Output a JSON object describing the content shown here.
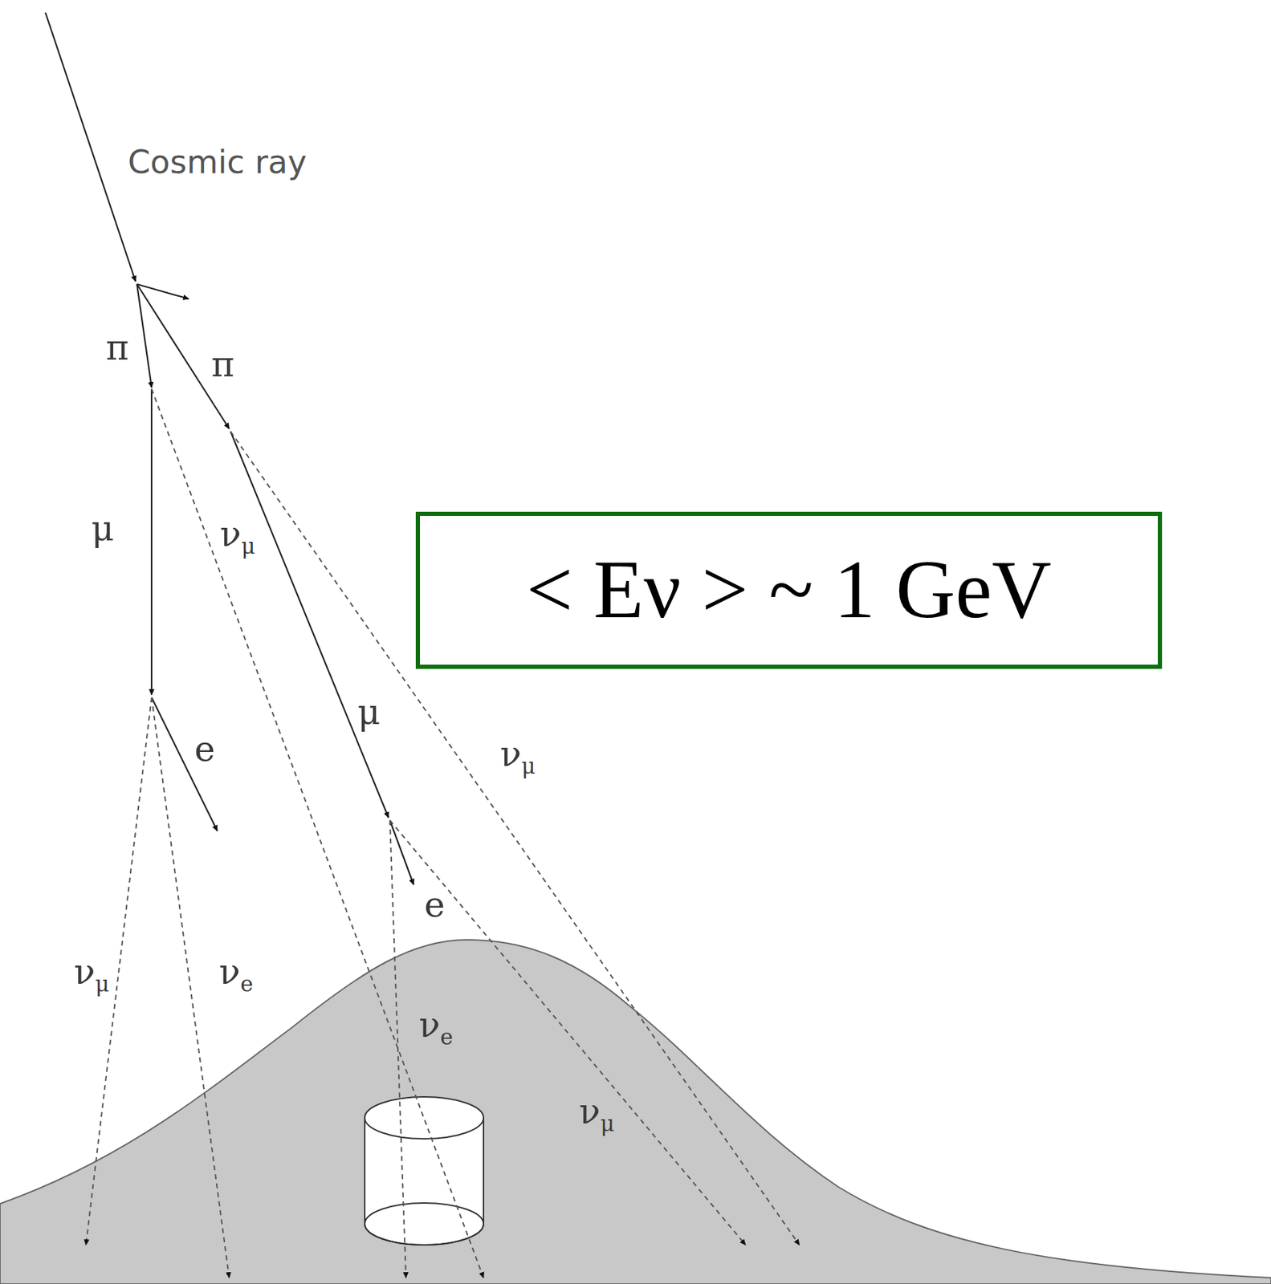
{
  "diagram": {
    "nodes": [
      {
        "text": [
          "< Eν > ~ 1 GeV"
        ]
      }
    ],
    "labels": [
      "Cosmic ray",
      "π",
      "π",
      "μ",
      "νμ",
      "μ",
      "e",
      "νμ",
      "e",
      "νμ",
      "νe",
      "νe",
      "νμ"
    ]
  }
}
